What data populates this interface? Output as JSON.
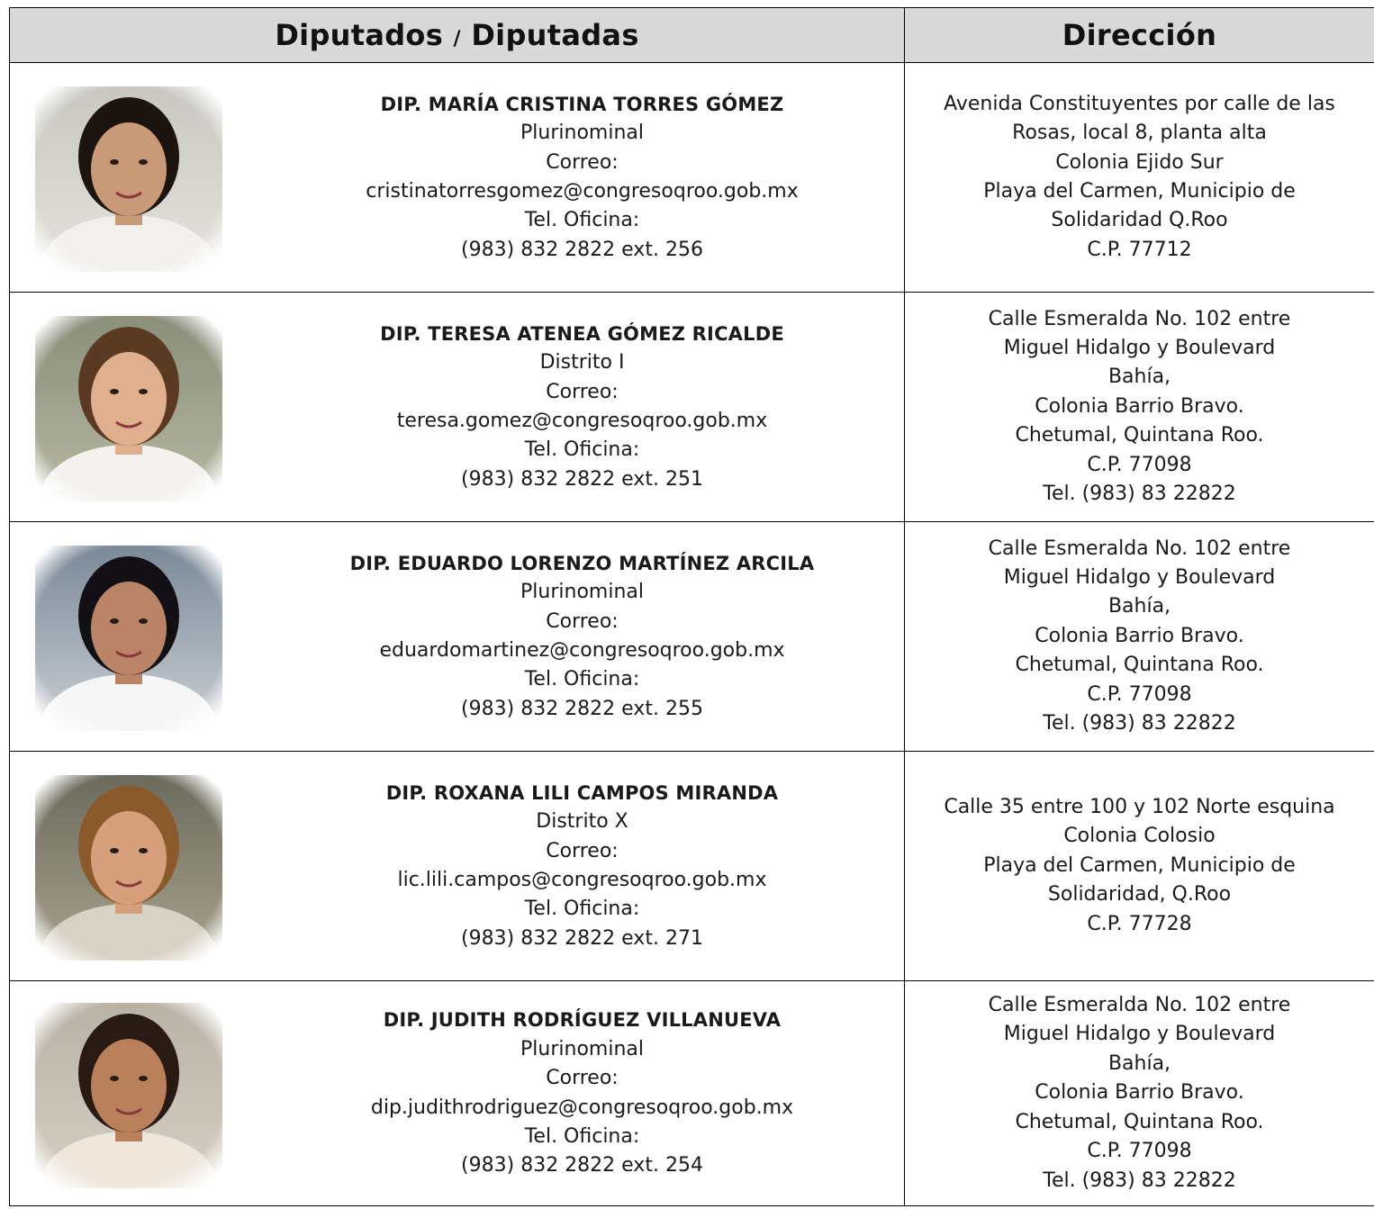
{
  "header": {
    "col1_part1": "Diputados",
    "col1_slash": "/",
    "col1_part2": "Diputadas",
    "col2": "Dirección"
  },
  "rows": [
    {
      "name": "DIP. MARÍA CRISTINA TORRES GÓMEZ",
      "district": "Plurinominal",
      "email_label": "Correo:",
      "email": "cristinatorresgomez@congresoqroo.gob.mx",
      "tel_label": "Tel. Oficina:",
      "tel": "(983) 832 2822 ext. 256",
      "address": [
        "Avenida Constituyentes por calle de las",
        "Rosas, local 8, planta alta",
        "Colonia Ejido Sur",
        "Playa del Carmen, Municipio de",
        "Solidaridad Q.Roo",
        "C.P. 77712"
      ]
    },
    {
      "name": "DIP. TERESA ATENEA GÓMEZ RICALDE",
      "district": "Distrito I",
      "email_label": "Correo:",
      "email": "teresa.gomez@congresoqroo.gob.mx",
      "tel_label": "Tel. Oficina:",
      "tel": "(983) 832 2822 ext. 251",
      "address": [
        "Calle Esmeralda No. 102 entre",
        "Miguel Hidalgo y Boulevard",
        "Bahía,",
        "Colonia Barrio Bravo.",
        "Chetumal, Quintana Roo.",
        "C.P. 77098",
        "Tel. (983) 83 22822"
      ]
    },
    {
      "name": "DIP. EDUARDO LORENZO MARTÍNEZ ARCILA",
      "district": "Plurinominal",
      "email_label": "Correo:",
      "email": "eduardomartinez@congresoqroo.gob.mx",
      "tel_label": "Tel. Oficina:",
      "tel": "(983) 832 2822 ext. 255",
      "address": [
        "Calle Esmeralda No. 102 entre",
        "Miguel Hidalgo y Boulevard",
        "Bahía,",
        "Colonia Barrio Bravo.",
        "Chetumal, Quintana Roo.",
        "C.P. 77098",
        "Tel. (983) 83 22822"
      ]
    },
    {
      "name": "DIP. ROXANA LILI CAMPOS MIRANDA",
      "district": "Distrito X",
      "email_label": "Correo:",
      "email": "lic.lili.campos@congresoqroo.gob.mx",
      "tel_label": "Tel. Oficina:",
      "tel": "(983) 832 2822 ext. 271",
      "address": [
        "Calle 35 entre 100 y 102 Norte esquina",
        "Colonia Colosio",
        "Playa del Carmen, Municipio de",
        "Solidaridad, Q.Roo",
        "C.P. 77728"
      ]
    },
    {
      "name": "DIP. JUDITH RODRÍGUEZ VILLANUEVA",
      "district": "Plurinominal",
      "email_label": "Correo:",
      "email": "dip.judithrodriguez@congresoqroo.gob.mx",
      "tel_label": "Tel. Oficina:",
      "tel": "(983) 832 2822 ext. 254",
      "address": [
        "Calle Esmeralda No. 102 entre",
        "Miguel Hidalgo y Boulevard",
        "Bahía,",
        "Colonia Barrio Bravo.",
        "Chetumal, Quintana Roo.",
        "C.P. 77098",
        "Tel. (983) 83 22822"
      ]
    }
  ]
}
